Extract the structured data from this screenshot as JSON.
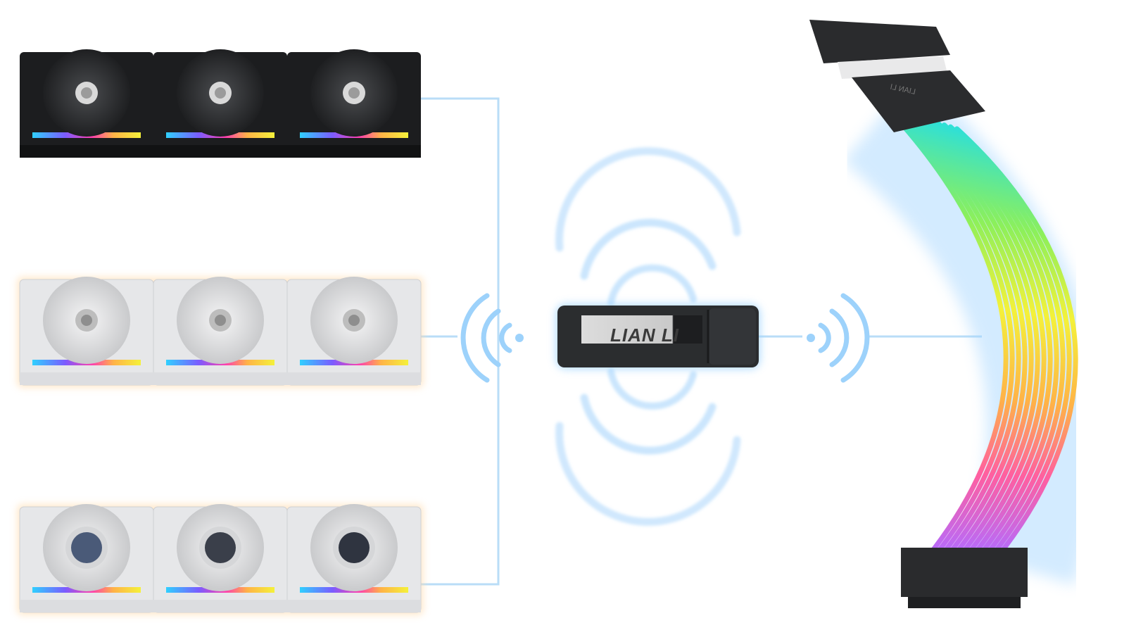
{
  "dongle": {
    "brand": "LIAN LI",
    "body_color": "#2b2d2f",
    "glow_color": "#9fd3ff"
  },
  "colors": {
    "link_line": "#b9ddf7",
    "wave": "#a9d6fb",
    "fan_black": "#1c1d1f",
    "fan_white": "#e6e7e9",
    "rgb_gradient": [
      "#2fd0ff",
      "#7a5cff",
      "#ff3fae",
      "#ffb347",
      "#f4f13a"
    ]
  },
  "fan_groups": [
    {
      "variant": "black",
      "fan_count": 3
    },
    {
      "variant": "white",
      "fan_count": 3
    },
    {
      "variant": "white-lcd",
      "fan_count": 3
    }
  ],
  "cable": {
    "connector_text": "LIAN LI",
    "strand_count": 12
  },
  "icons": {
    "left_signal": "wireless-signal-icon",
    "right_signal": "wireless-signal-icon",
    "broadcast": "broadcast-waves-icon"
  }
}
